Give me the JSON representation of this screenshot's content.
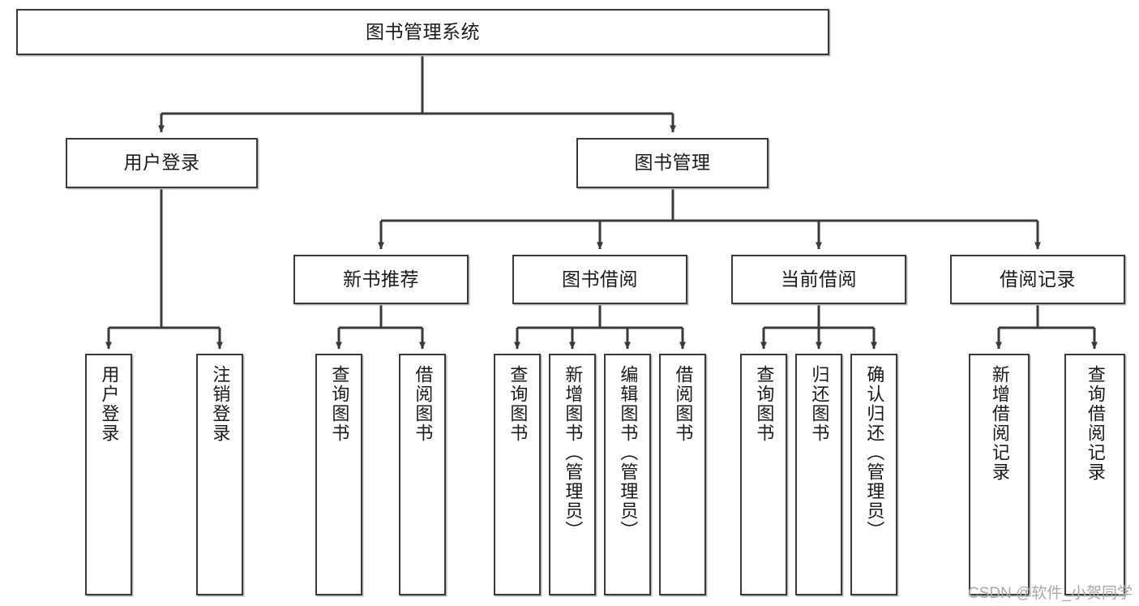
{
  "diagram": {
    "title": "图书管理系统",
    "watermark": "CSDN @软件_小贺同学",
    "colors": {
      "box_border": "#3a3a3a",
      "box_fill": "#ffffff",
      "edge": "#3a3a3a",
      "text": "#1a1a1a",
      "watermark": "#a8a8a8"
    },
    "root": {
      "label": "图书管理系统"
    },
    "level2": [
      {
        "label": "用户登录"
      },
      {
        "label": "图书管理"
      }
    ],
    "level3": [
      {
        "label": "新书推荐"
      },
      {
        "label": "图书借阅"
      },
      {
        "label": "当前借阅"
      },
      {
        "label": "借阅记录"
      }
    ],
    "leaves": {
      "user_login": [
        {
          "label": "用户登录"
        },
        {
          "label": "注销登录"
        }
      ],
      "new_book_recommend": [
        {
          "label": "查询图书"
        },
        {
          "label": "借阅图书"
        }
      ],
      "book_borrow": [
        {
          "label": "查询图书"
        },
        {
          "label": "新增图书（管理员）"
        },
        {
          "label": "编辑图书（管理员）"
        },
        {
          "label": "借阅图书"
        }
      ],
      "current_borrow": [
        {
          "label": "查询图书"
        },
        {
          "label": "归还图书"
        },
        {
          "label": "确认归还（管理员）"
        }
      ],
      "borrow_record": [
        {
          "label": "新增借阅记录"
        },
        {
          "label": "查询借阅记录"
        }
      ]
    }
  }
}
